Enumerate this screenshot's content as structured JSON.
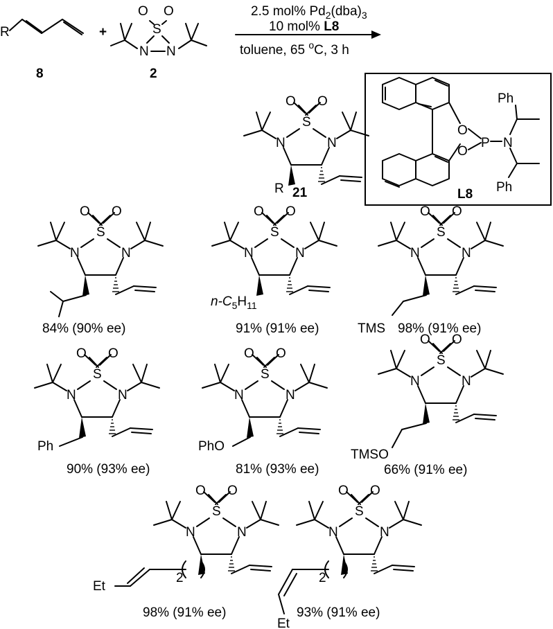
{
  "reaction": {
    "substrate_label": "8",
    "substrate_r": "R",
    "plus": "+",
    "reagent_label": "2",
    "reagent_atoms": {
      "s": "S",
      "o": "O",
      "n": "N"
    },
    "conditions": {
      "line1_a": "2.5 mol% Pd",
      "line1_sub2": "2",
      "line1_b": "(dba)",
      "line1_sub3": "3",
      "line2_a": "10 mol% ",
      "line2_b": "L8",
      "line3_a": "toluene, 65 ",
      "line3_sup": "o",
      "line3_b": "C, 3 h"
    }
  },
  "general_product": {
    "label": "21",
    "r": "R"
  },
  "ligand": {
    "label": "L8",
    "atoms": {
      "o": "O",
      "p": "P",
      "n": "N",
      "ph": "Ph"
    }
  },
  "products": [
    {
      "yield": "84% (90% ee)"
    },
    {
      "yield": "91% (91% ee)",
      "sub_prefix": "n-C",
      "sub_5": "5",
      "sub_h": "H",
      "sub_11": "11"
    },
    {
      "yield": "98% (91% ee)",
      "sub_label": "TMS"
    },
    {
      "yield": "90% (93% ee)",
      "sub_label": "Ph"
    },
    {
      "yield": "81% (93% ee)",
      "sub_label": "PhO"
    },
    {
      "yield": "66% (91% ee)",
      "sub_label": "TMSO"
    },
    {
      "yield": "98% (91% ee)",
      "sub_label": "Et",
      "chain_n": "2"
    },
    {
      "yield": "93% (91% ee)",
      "sub_label": "Et",
      "chain_n": "2"
    }
  ]
}
